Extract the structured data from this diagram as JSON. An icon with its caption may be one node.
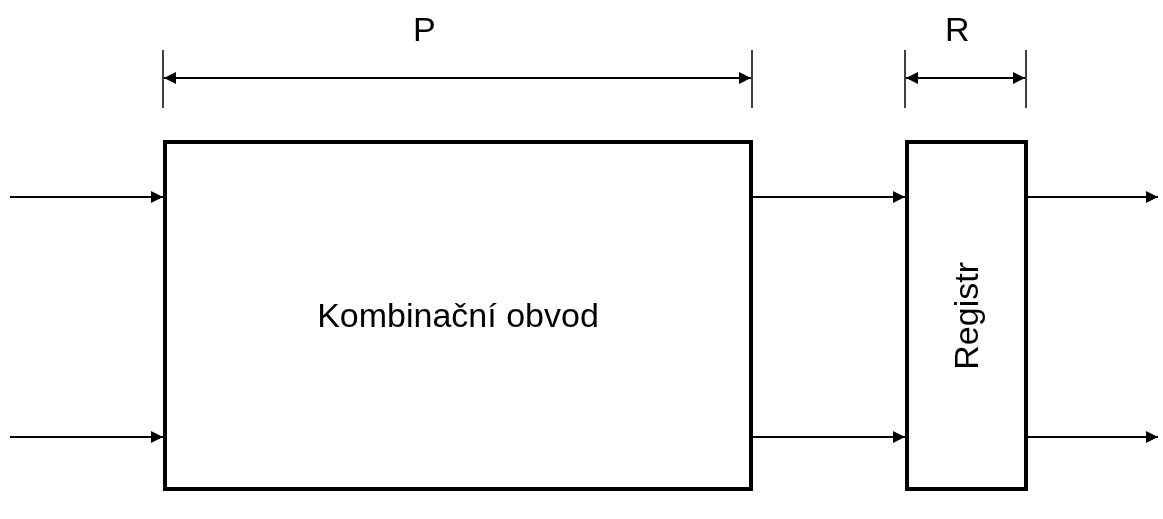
{
  "diagram": {
    "nodes": [
      {
        "text": [
          "Kombinační obvod"
        ]
      },
      {
        "text": [
          "Registr"
        ]
      }
    ],
    "edges": [
      {
        "from": null,
        "to": 0,
        "arrow": "to"
      },
      {
        "from": null,
        "to": 0,
        "arrow": "to"
      },
      {
        "from": 0,
        "to": 1,
        "arrow": "to"
      },
      {
        "from": 0,
        "to": 1,
        "arrow": "to"
      },
      {
        "from": 1,
        "to": null,
        "arrow": "to"
      },
      {
        "from": 1,
        "to": null,
        "arrow": "to"
      }
    ],
    "labels": [
      "P",
      "R"
    ]
  }
}
